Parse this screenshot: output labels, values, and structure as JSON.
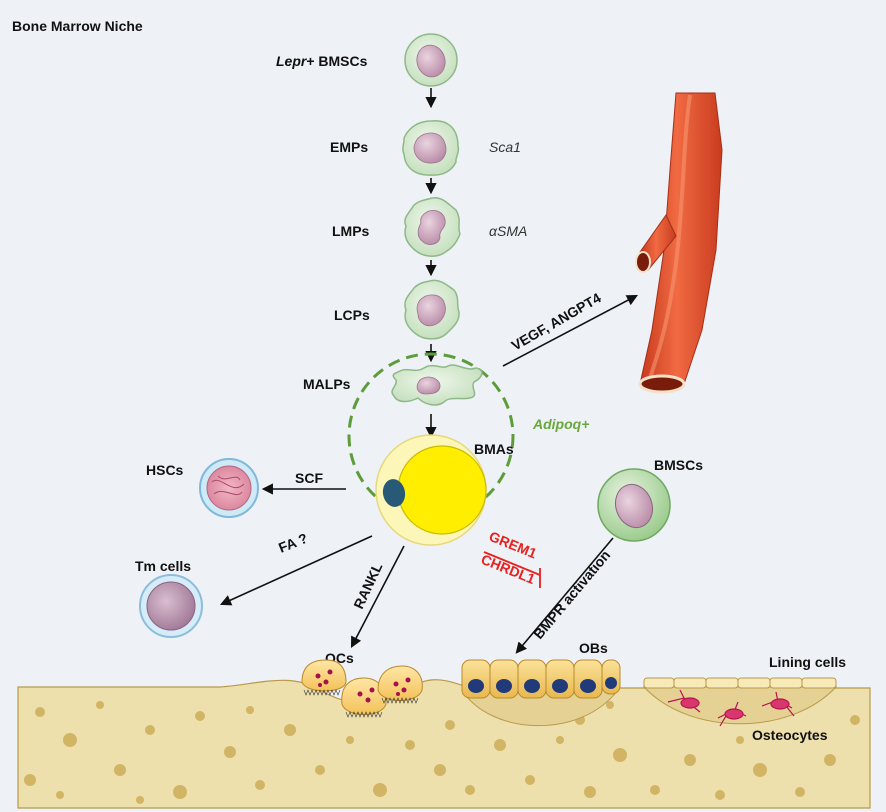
{
  "title": "Bone Marrow Niche",
  "lineage": {
    "lepr_italic": "Lepr",
    "lepr_suffix": "+ BMSCs",
    "emps": "EMPs",
    "lmps": "LMPs",
    "lcps": "LCPs",
    "malps": "MALPs",
    "bmas": "BMAs"
  },
  "markers": {
    "sca1": "Sca1",
    "asma": "αSMA",
    "adipoq": "Adipoq+"
  },
  "signals": {
    "vegf": "VEGF, ANGPT4",
    "scf": "SCF",
    "fa": "FA ?",
    "rankl": "RANKL",
    "bmpr": "BMPR activation",
    "grem1": "GREM1",
    "chrdl1": "CHRDL1"
  },
  "targets": {
    "hscs": "HSCs",
    "tm_cells": "Tm cells",
    "ocs": "OCs",
    "obs": "OBs",
    "bmscs": "BMSCs",
    "lining_cells": "Lining cells",
    "osteocytes": "Osteocytes"
  },
  "colors": {
    "progenitor_fill": "#d5ead0",
    "progenitor_nucleus": "#e7c9da",
    "niche_dash": "#5d9c3a",
    "adipocyte_outer": "#fcf6b8",
    "adipocyte_lipid": "#ffee00",
    "adipocyte_nucleus": "#285a77",
    "vessel": "#e8502b",
    "inhibition": "#e8201f",
    "bone": "#ede0ad"
  }
}
